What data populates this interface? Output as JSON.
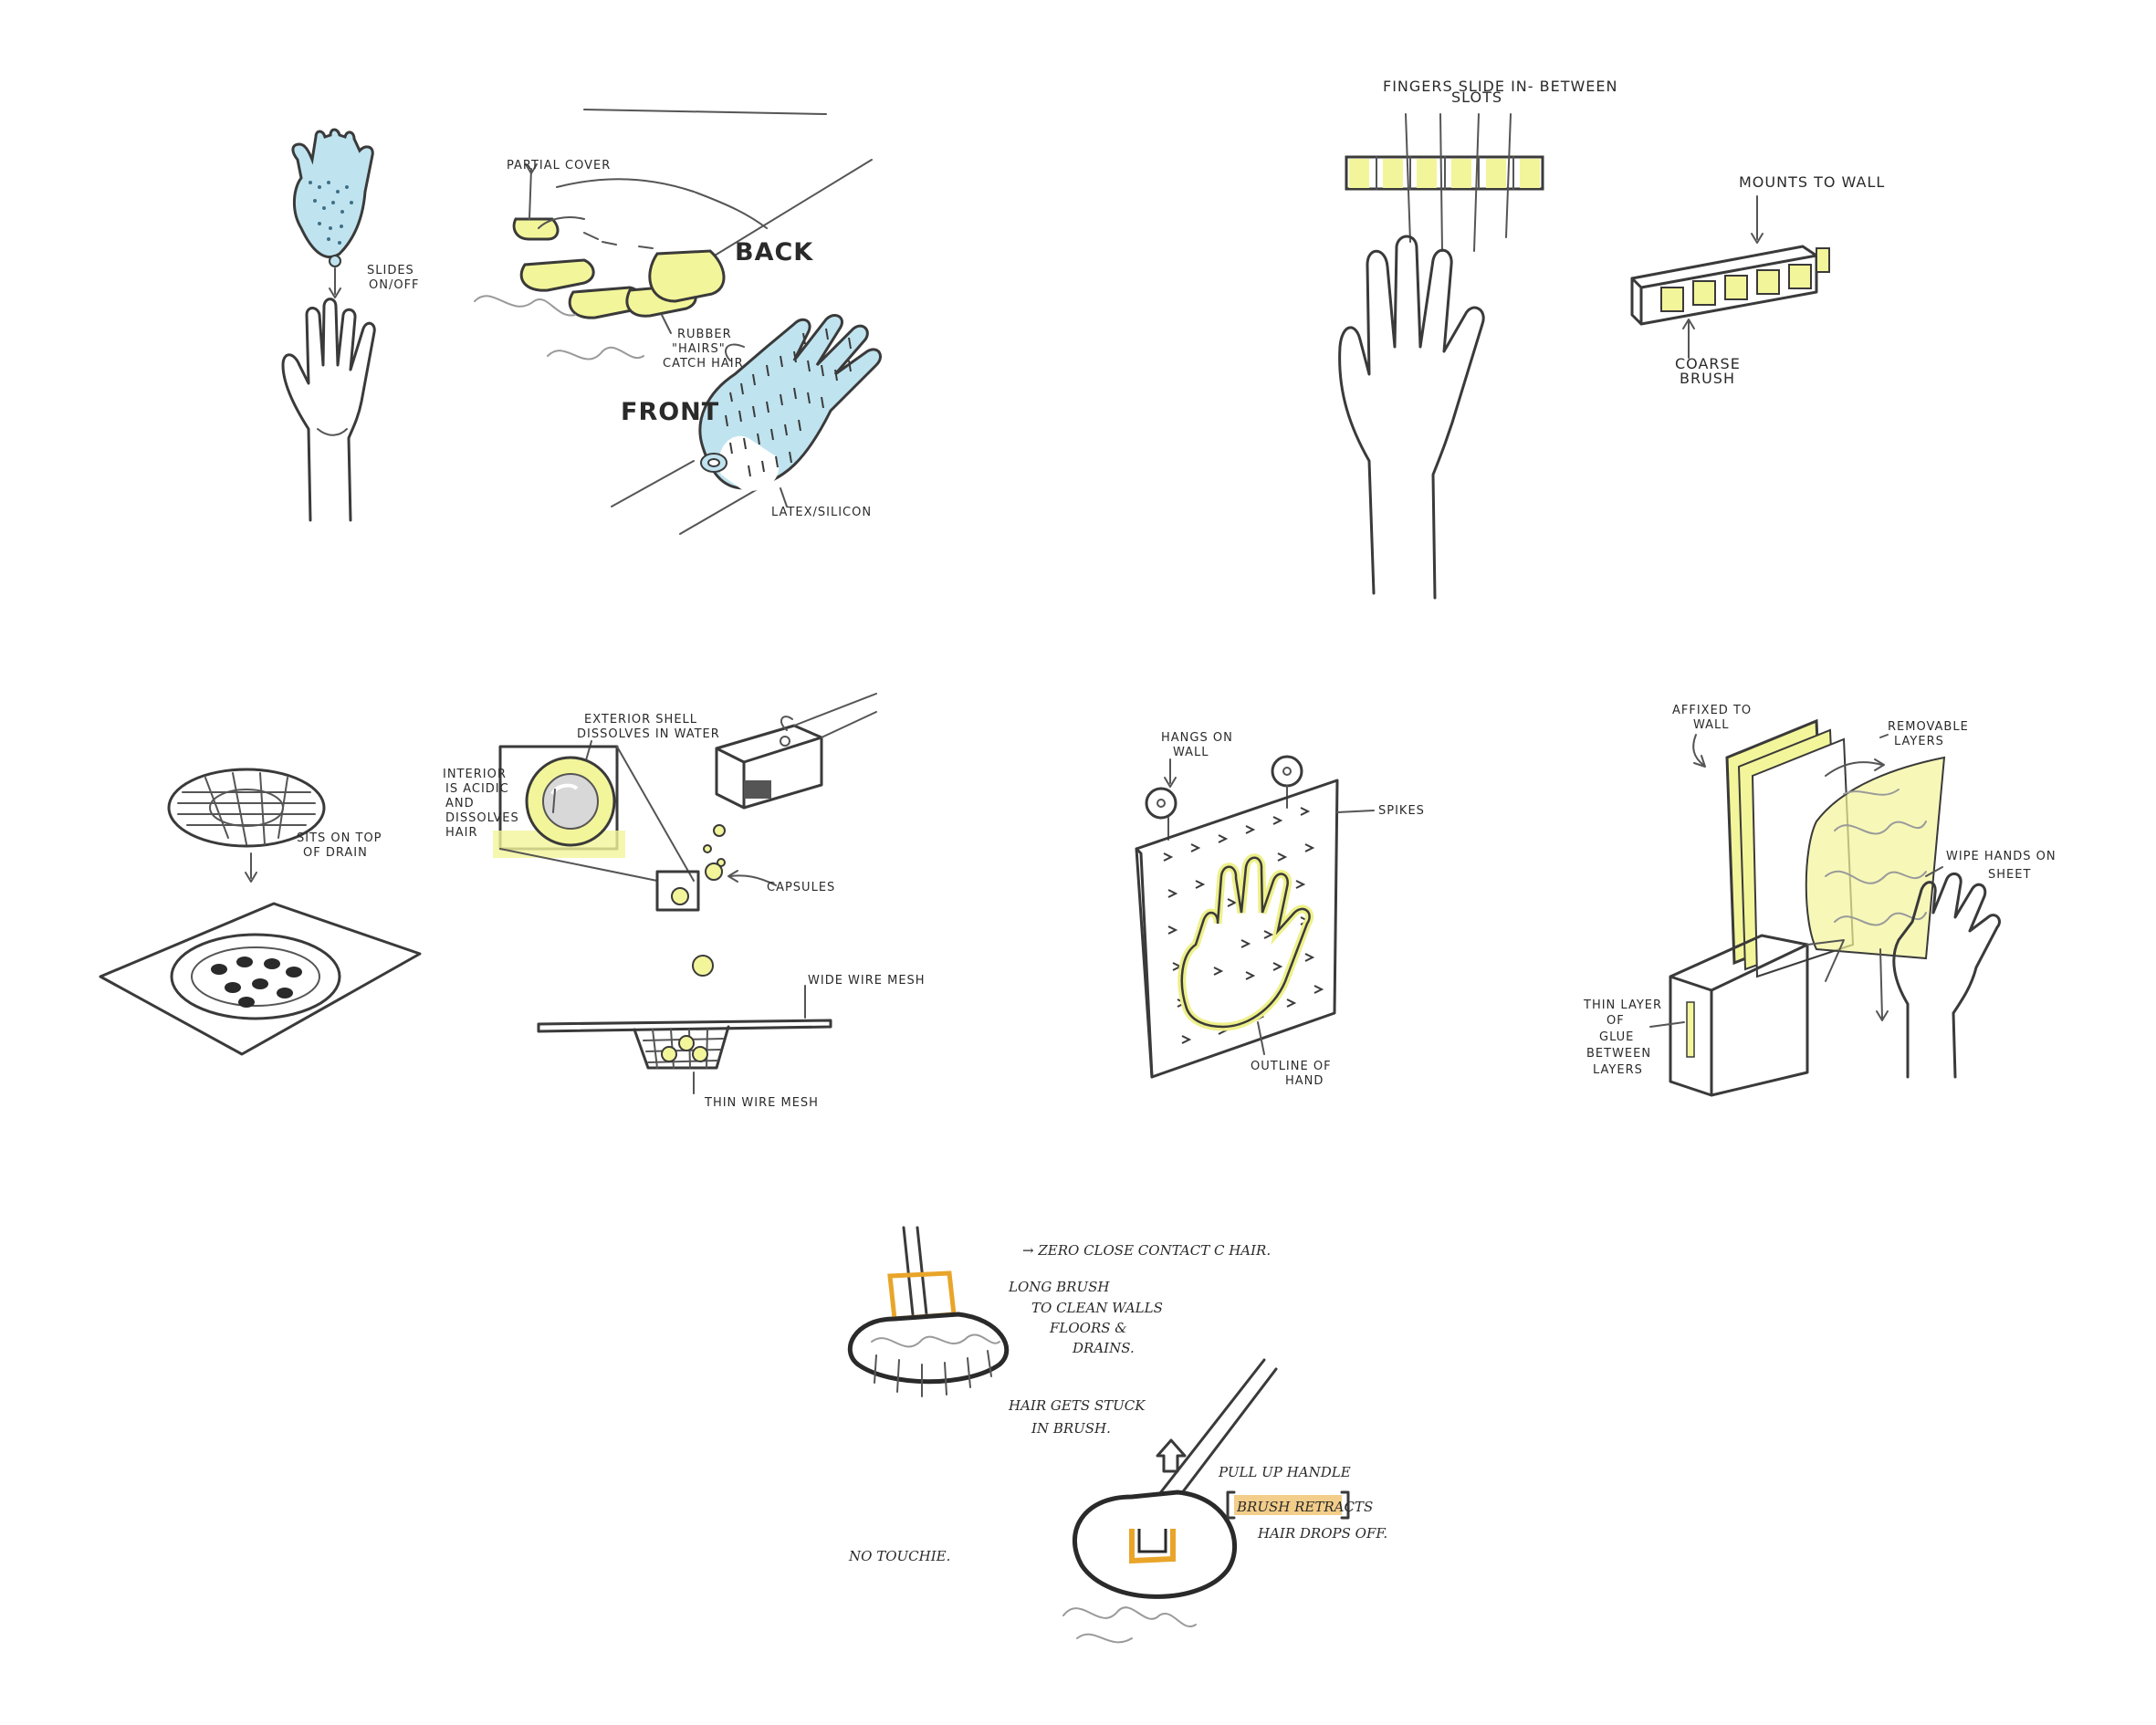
{
  "colors": {
    "ink": "#3a3a3a",
    "yellow_highlight": "#f3f59a",
    "blue_tint": "#bfe3ef",
    "orange": "#e9a52a",
    "blue_dots": "#3f6f86"
  },
  "sketches": {
    "glove": {
      "slides_on_off": [
        "SLIDES",
        "ON/OFF"
      ],
      "partial_cover": "PARTIAL COVER",
      "back": "BACK",
      "rubber_hairs": [
        "RUBBER",
        "\"HAIRS\"",
        "CATCH HAIR"
      ],
      "front": "FRONT",
      "latex_silicon": "LATEX/SILICON"
    },
    "finger_slots": {
      "title": [
        "FINGERS SLIDE IN- BETWEEN",
        "SLOTS"
      ],
      "mounts_to_wall": "MOUNTS TO WALL",
      "coarse_brush": [
        "COARSE",
        "BRUSH"
      ]
    },
    "drain_cover": {
      "sits_on_top": [
        "SITS ON TOP",
        "OF DRAIN"
      ]
    },
    "capsules": {
      "exterior_shell": [
        "EXTERIOR SHELL",
        "DISSOLVES IN WATER"
      ],
      "interior": [
        "INTERIOR",
        "IS ACIDIC",
        "AND",
        "DISSOLVES",
        "HAIR"
      ],
      "capsules": "CAPSULES",
      "wide_wire_mesh": "WIDE WIRE MESH",
      "thin_wire_mesh": "THIN WIRE MESH"
    },
    "spike_board": {
      "hangs_on_wall": [
        "HANGS ON",
        "WALL"
      ],
      "spikes": "SPIKES",
      "outline_of_hand": [
        "OUTLINE OF",
        "HAND"
      ]
    },
    "sticky_sheet": {
      "affixed_to_wall": [
        "AFFIXED TO",
        "WALL"
      ],
      "removable_layers": [
        "REMOVABLE",
        "LAYERS"
      ],
      "wipe_hands": [
        "WIPE HANDS ON",
        "SHEET"
      ],
      "thin_layer": [
        "THIN LAYER",
        "OF",
        "GLUE",
        "BETWEEN",
        "LAYERS"
      ]
    },
    "long_brush": {
      "zero_contact": "→ ZERO CLOSE CONTACT C HAIR.",
      "long_brush": [
        "LONG BRUSH",
        "TO CLEAN WALLS",
        "FLOORS &",
        "DRAINS."
      ],
      "hair_stuck": [
        "HAIR GETS STUCK",
        "IN BRUSH."
      ],
      "pull_up": "PULL UP HANDLE",
      "brush_retracts": "BRUSH RETRACTS",
      "hair_drops": "HAIR DROPS OFF.",
      "no_touchie": "NO TOUCHIE."
    }
  }
}
